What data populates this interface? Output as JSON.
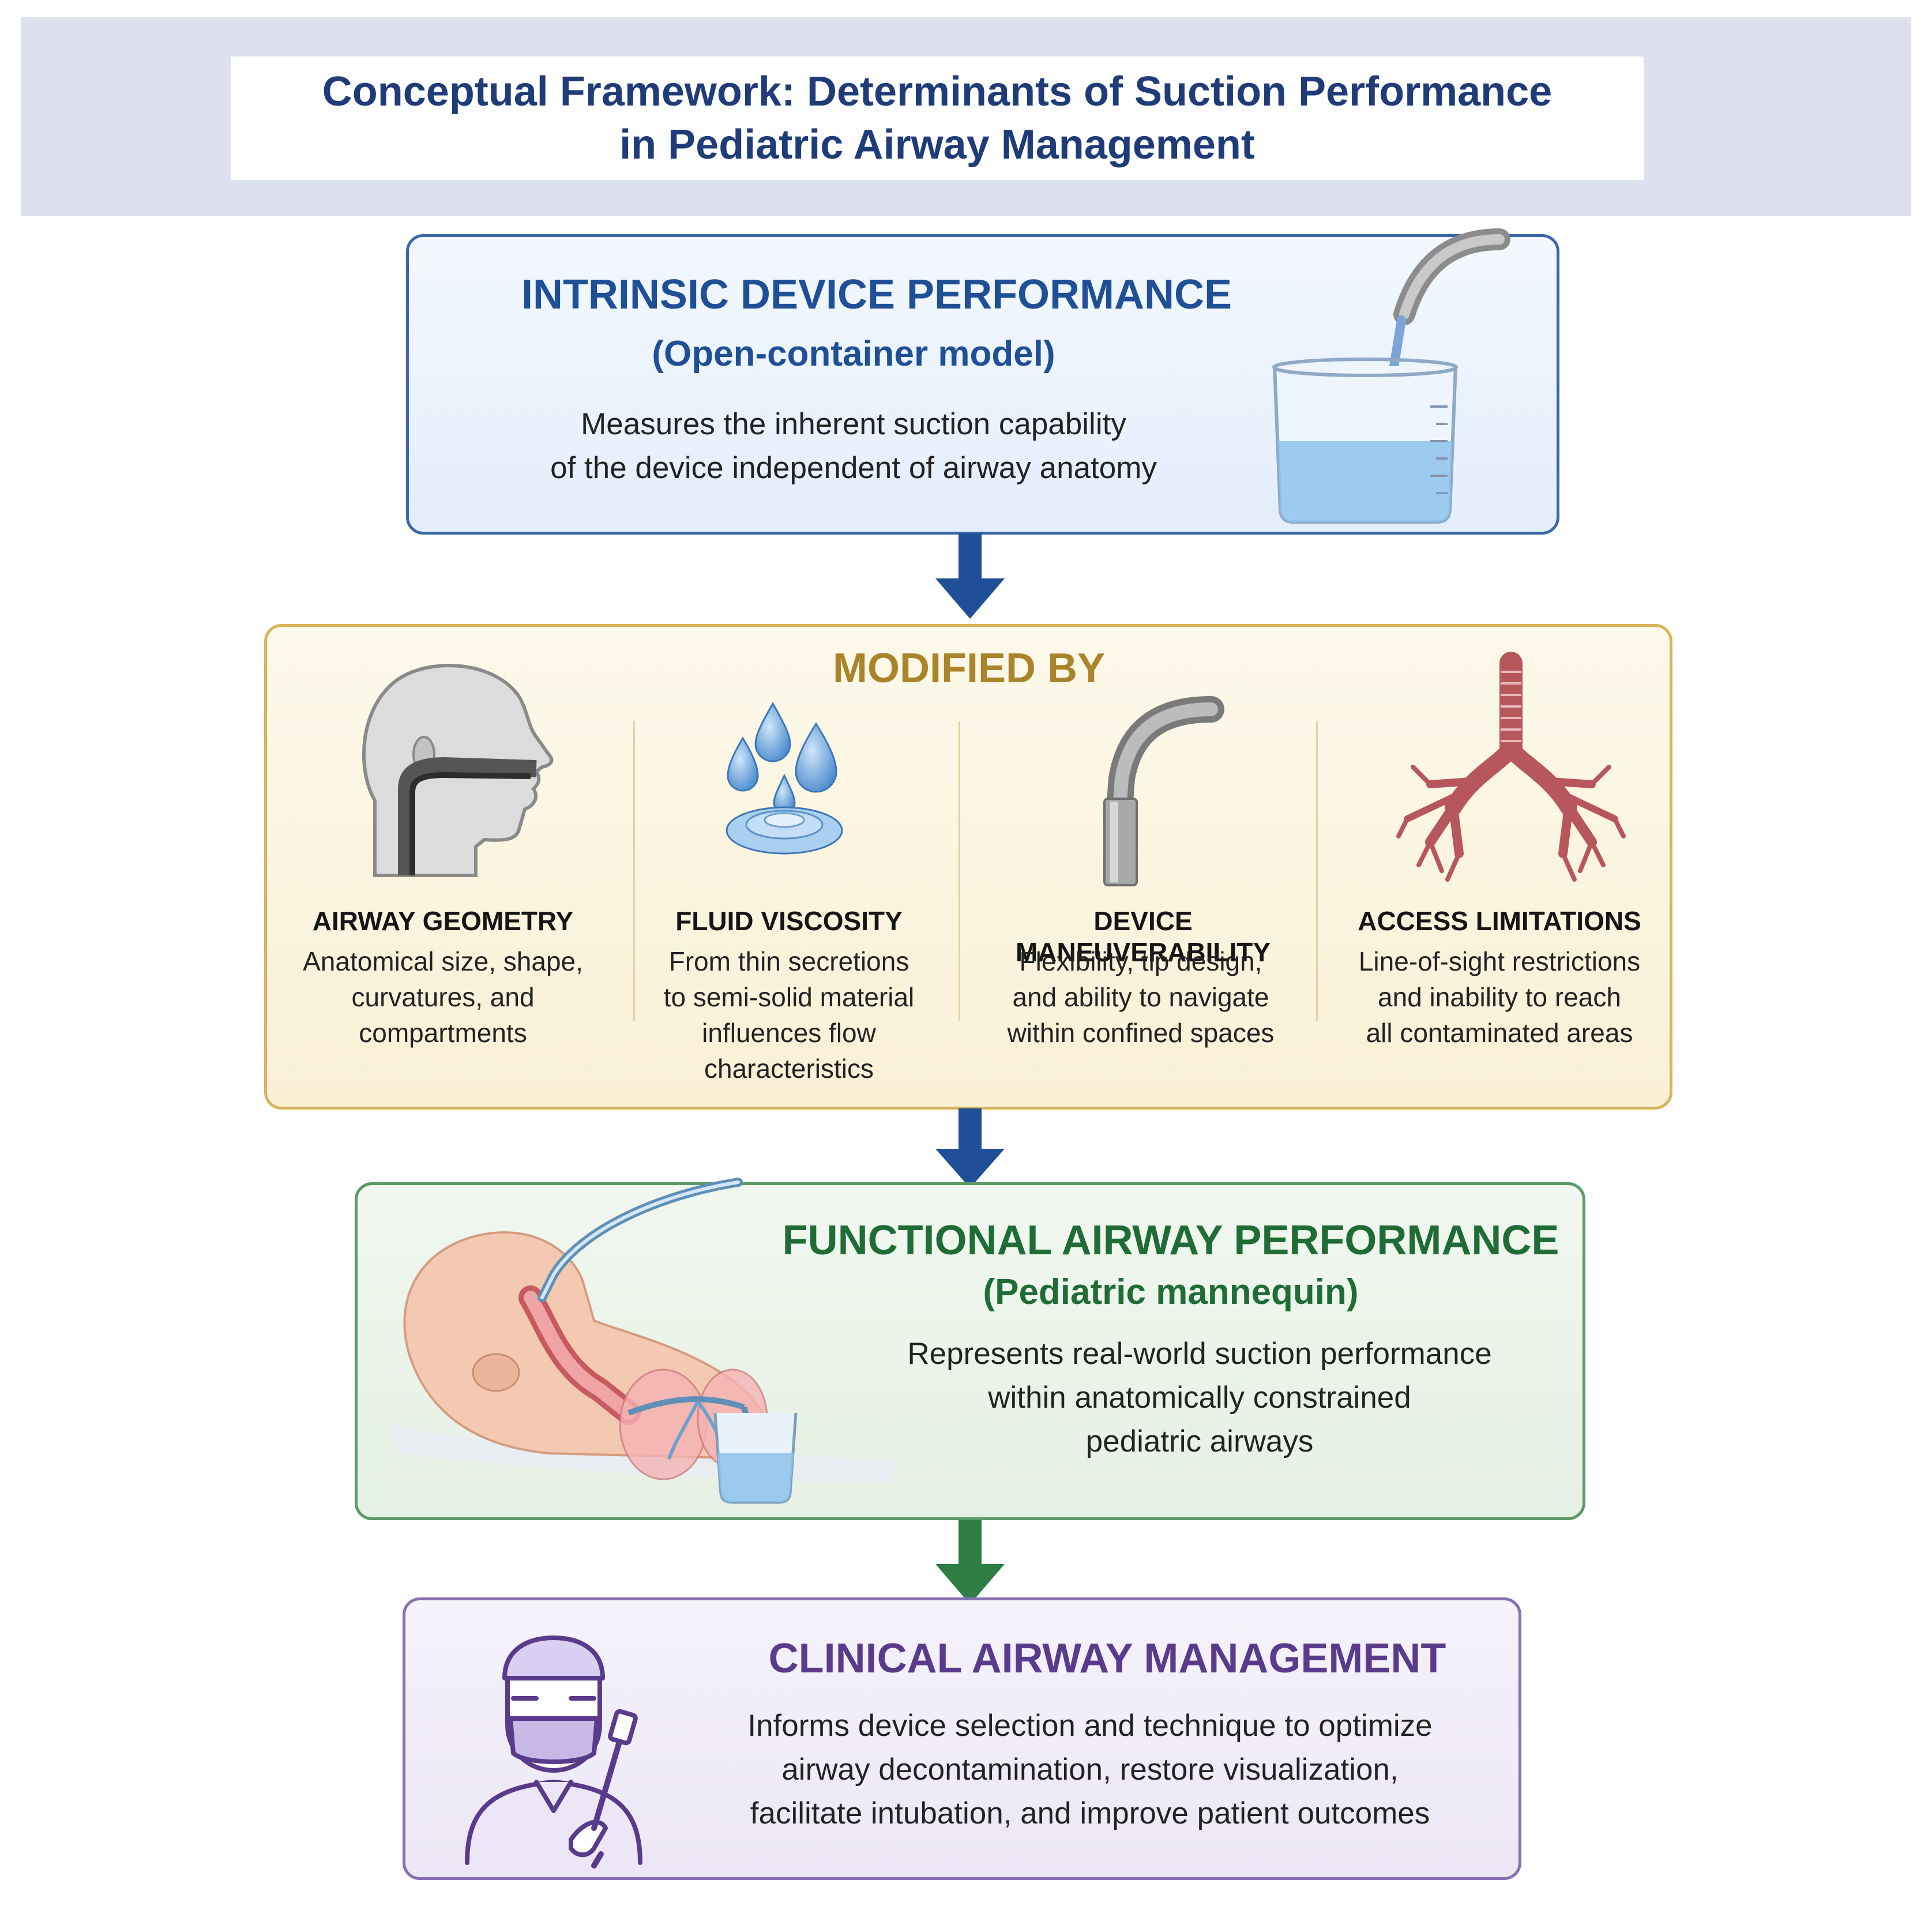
{
  "title": {
    "line1": "Conceptual Framework: Determinants of Suction Performance",
    "line2": "in Pediatric Airway Management"
  },
  "intrinsic": {
    "heading": "INTRINSIC DEVICE PERFORMANCE",
    "subheading": "(Open-container model)",
    "line1": "Measures the inherent suction capability",
    "line2": "of the device independent of airway anatomy"
  },
  "modified": {
    "heading": "MODIFIED BY",
    "factors": [
      {
        "title": "AIRWAY GEOMETRY",
        "lines": [
          "Anatomical size, shape,",
          "curvatures, and",
          "compartments"
        ]
      },
      {
        "title": "FLUID VISCOSITY",
        "lines": [
          "From thin secretions",
          "to semi-solid material",
          "influences flow",
          "characteristics"
        ]
      },
      {
        "title": "DEVICE MANEUVERABILITY",
        "lines": [
          "Flexibility, tip design,",
          "and ability to navigate",
          "within confined spaces"
        ]
      },
      {
        "title": "ACCESS LIMITATIONS",
        "lines": [
          "Line-of-sight restrictions",
          "and inability to reach",
          "all contaminated areas"
        ]
      }
    ]
  },
  "functional": {
    "heading": "FUNCTIONAL AIRWAY PERFORMANCE",
    "subheading": "(Pediatric mannequin)",
    "line1": "Represents real-world suction performance",
    "line2": "within anatomically constrained",
    "line3": "pediatric airways"
  },
  "clinical": {
    "heading": "CLINICAL AIRWAY MANAGEMENT",
    "line1": "Informs device selection and technique to optimize",
    "line2": "airway decontamination, restore visualization,",
    "line3": "facilitate intubation, and improve patient outcomes"
  },
  "colors": {
    "title": "#1f3b78",
    "intrinsic": "#1f4f96",
    "modified": "#a9842a",
    "functional": "#1f6c37",
    "clinical": "#5a3b8b",
    "arrow_blue": "#1f4f96",
    "arrow_green": "#2e7d44"
  }
}
